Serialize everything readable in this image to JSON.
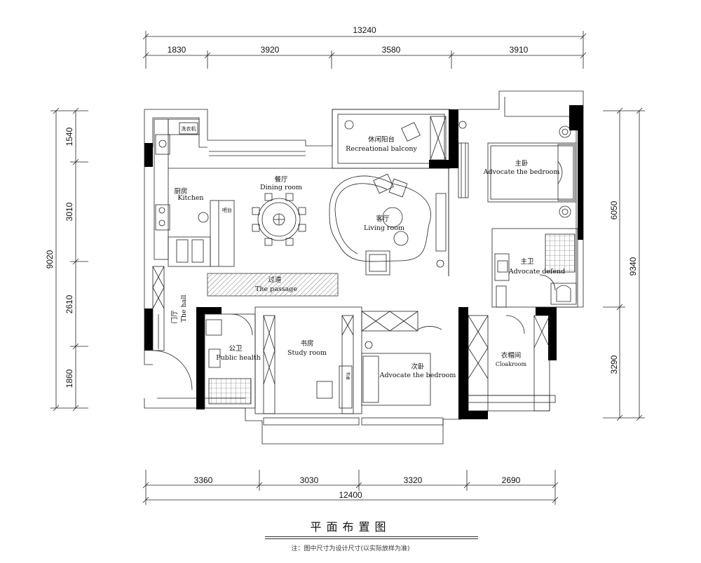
{
  "dimensions": {
    "top_total": "13240",
    "top_segments": [
      "1830",
      "3920",
      "3580",
      "3910"
    ],
    "bottom_total": "12400",
    "bottom_segments": [
      "3360",
      "3030",
      "3320",
      "2690"
    ],
    "left_total": "9020",
    "left_segments": [
      "1540",
      "3010",
      "2610",
      "1860"
    ],
    "right_total": "9340",
    "right_segments": [
      "6050",
      "3290"
    ]
  },
  "rooms": {
    "kitchen": {
      "zh": "厨房",
      "en": "Kitchen"
    },
    "dining": {
      "zh": "餐厅",
      "en": "Dining room"
    },
    "balcony": {
      "zh": "休闲阳台",
      "en": "Recreational balcony"
    },
    "master_bedroom": {
      "zh": "主卧",
      "en": "Advocate the bedroom"
    },
    "living": {
      "zh": "客厅",
      "en": "Living room"
    },
    "master_bath": {
      "zh": "主卫",
      "en": "Advocate defend"
    },
    "passage": {
      "zh": "过道",
      "en": "The passage"
    },
    "hall": {
      "zh": "门厅",
      "en": "The hall"
    },
    "public_bath": {
      "zh": "公卫",
      "en": "Public health"
    },
    "study": {
      "zh": "书房",
      "en": "Study room"
    },
    "second_bedroom": {
      "zh": "次卧",
      "en": "Advocate the bedroom"
    },
    "cloakroom": {
      "zh": "衣帽间",
      "en": "Cloakroom"
    }
  },
  "fixtures": {
    "washing_machine": "洗衣机",
    "bar": "吧台",
    "desk": "书桌"
  },
  "footer": {
    "title": "平面布置图",
    "note": "注：图中尺寸为设计尺寸(以实际放样为准)"
  }
}
